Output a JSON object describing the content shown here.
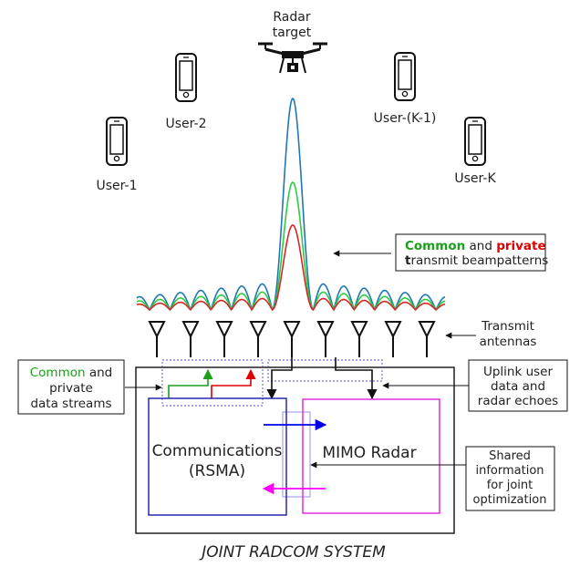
{
  "labels": {
    "radar_target_line1": "Radar",
    "radar_target_line2": "target",
    "user1": "User-1",
    "user2": "User-2",
    "userK1": "User-(K-1)",
    "userK": "User-K",
    "beampattern_common": "Common",
    "beampattern_and": " and ",
    "beampattern_private": "private",
    "beampattern_line2_bold": "t",
    "beampattern_line2_rest": "ransmit beampatterns",
    "tx_line1": "Transmit",
    "tx_line2": "antennas",
    "streams_common": "Common",
    "streams_and": " and",
    "streams_private": "private",
    "streams_line3": "data streams",
    "uplink_line1": "Uplink user",
    "uplink_line2": "data and",
    "uplink_line3": "radar echoes",
    "comm_line1": "Communications",
    "comm_line2": "(RSMA)",
    "radar_box": "MIMO Radar",
    "shared_line1": "Shared",
    "shared_line2": "information",
    "shared_line3": "for joint",
    "shared_line4": "optimization",
    "system_title": "JOINT RADCOM SYSTEM"
  },
  "colors": {
    "common": "#1aa01a",
    "private": "#e00000",
    "beam_total": "#1f77b4",
    "beam_common": "#2ecc40",
    "beam_private": "#d62728",
    "comm_box": "#1a1aa8",
    "radar_box": "#e020e0",
    "arrow_blue": "#0000ee",
    "arrow_magenta": "#ff00ff"
  },
  "icons": [
    "smartphone-icon",
    "drone-icon",
    "antenna-icon"
  ]
}
